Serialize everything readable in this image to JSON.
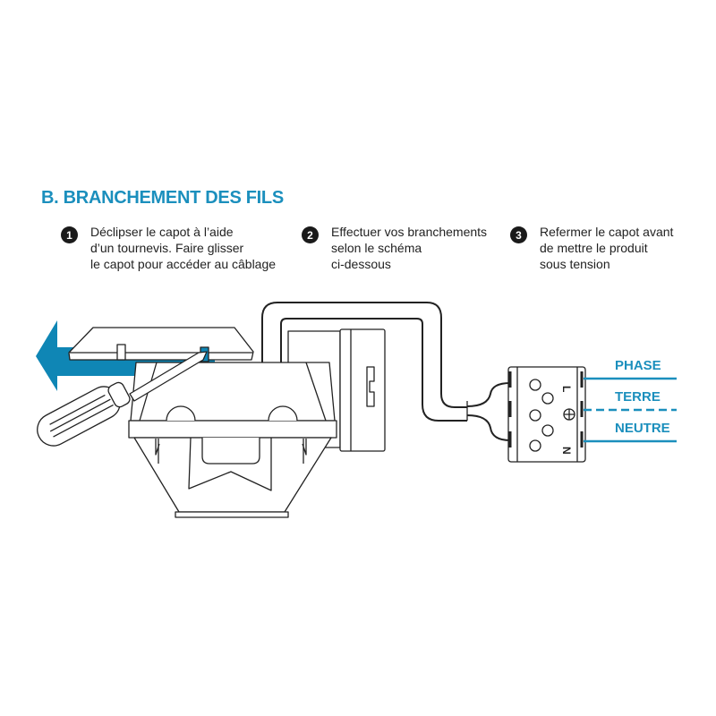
{
  "title": "B. BRANCHEMENT DES FILS",
  "steps": [
    {
      "number": "1",
      "lines": [
        "Déclipser le capot à l’aide",
        "d’un tournevis. Faire glisser",
        "le capot pour accéder au câblage"
      ]
    },
    {
      "number": "2",
      "lines": [
        "Effectuer vos branchements",
        "selon le schéma",
        "ci-dessous"
      ]
    },
    {
      "number": "3",
      "lines": [
        "Refermer le capot avant",
        "de mettre le produit",
        "sous tension"
      ]
    }
  ],
  "wires": {
    "phase": "PHASE",
    "terre": "TERRE",
    "neutre": "NEUTRE"
  },
  "terminal_marks": {
    "line": "L",
    "neutral": "N"
  },
  "colors": {
    "accent": "#1b8fbd",
    "arrow": "#0f86b5",
    "outline": "#222222"
  }
}
